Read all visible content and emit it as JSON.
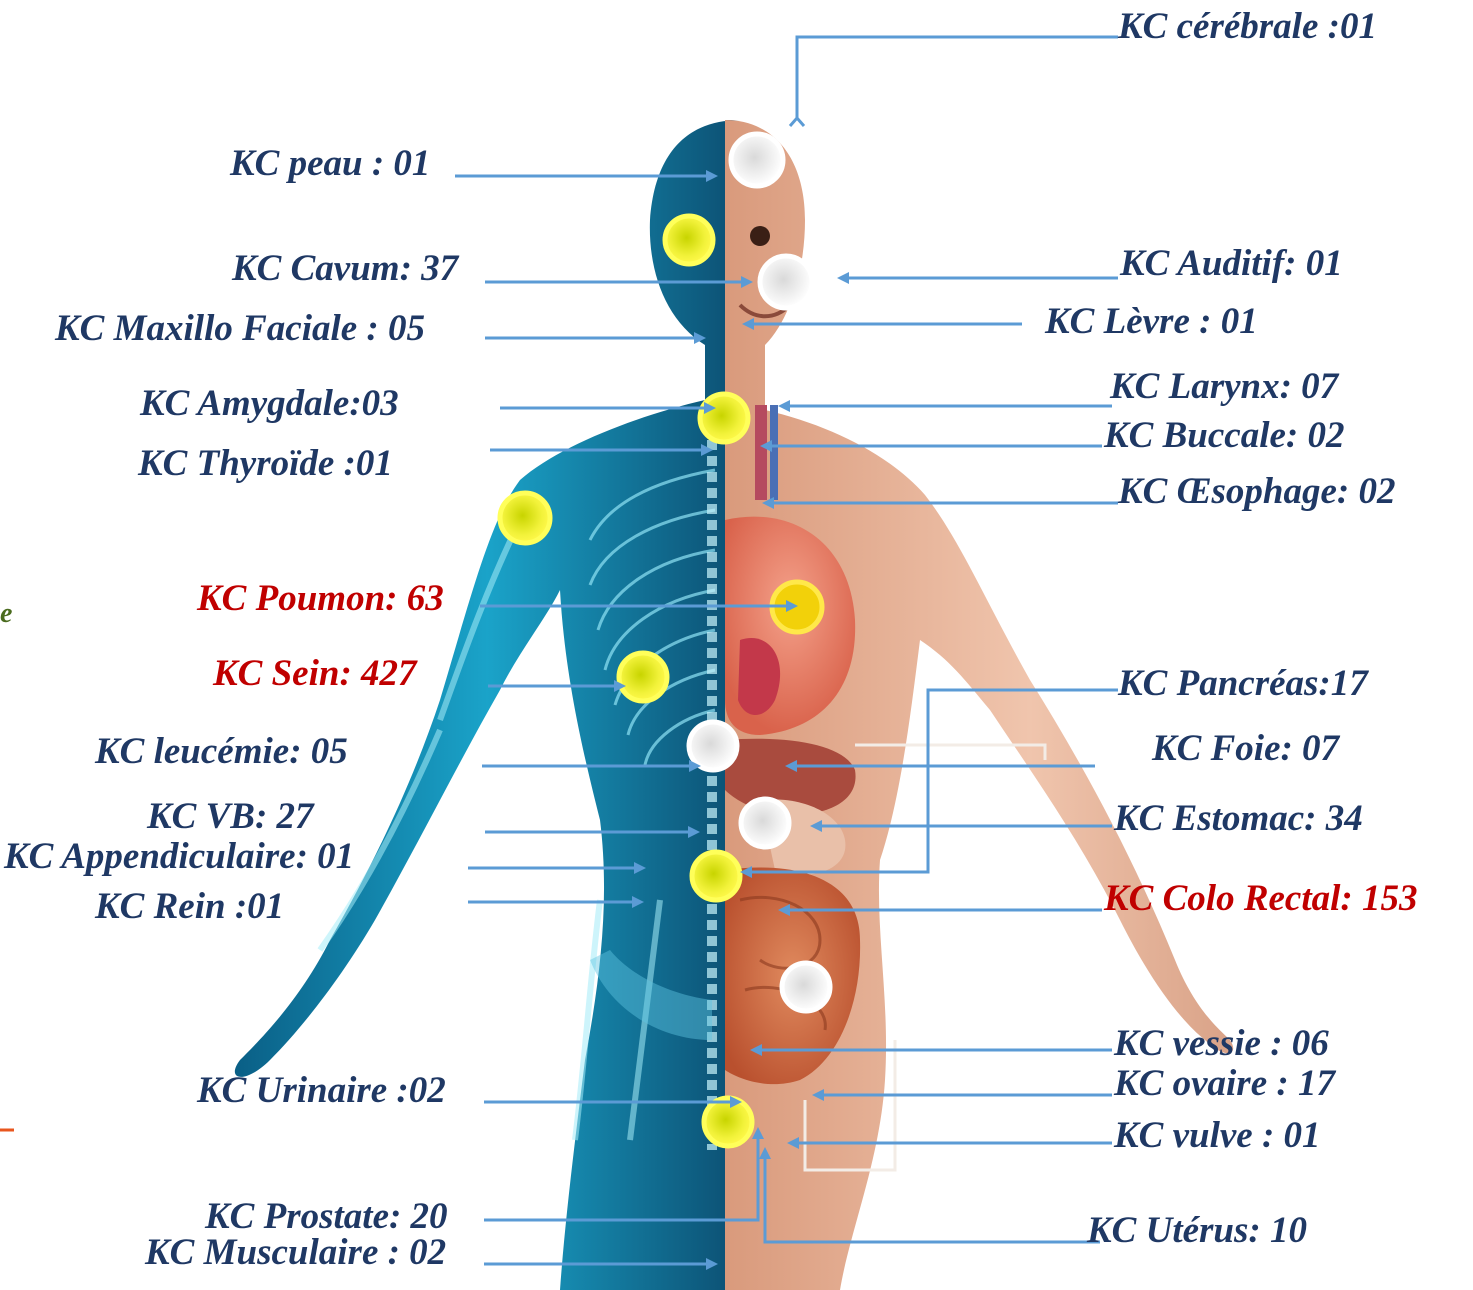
{
  "colors": {
    "label_text": "#1f3864",
    "label_highlight": "#c00000",
    "arrow": "#5b9bd5",
    "marker_yellow": "#e8e800",
    "marker_white": "#ececec",
    "body_xray": "#1a8fb5",
    "body_skin": "#e8b39a"
  },
  "figure": {
    "icon": "human-anatomy-figure-icon"
  },
  "labels": {
    "cerebrale": "KC cérébrale :01",
    "peau": "KC peau : 01",
    "cavum": "KC Cavum: 37",
    "auditif": "KC Auditif: 01",
    "maxillo": "KC Maxillo Faciale : 05",
    "levre": "KC Lèvre : 01",
    "amygdale": "KC Amygdale:03",
    "larynx": "KC Larynx: 07",
    "buccale": "KC Buccale: 02",
    "thyroide": "KC Thyroïde :01",
    "oesophage": "KC Œsophage: 02",
    "poumon": "KC Poumon: 63",
    "sein": "KC Sein: 427",
    "pancreas": "KC Pancréas:17",
    "leucemie": "KC leucémie: 05",
    "foie": "KC Foie: 07",
    "vb": "KC VB: 27",
    "estomac": "KC Estomac: 34",
    "appendiculaire": "KC Appendiculaire: 01",
    "rein": "KC Rein :01",
    "colo_rectal": "KC Colo Rectal: 153",
    "vessie": "KC vessie  : 06",
    "ovaire": "KC ovaire  : 17",
    "urinaire": "KC Urinaire :02",
    "vulve": "KC vulve   : 01",
    "prostate": "KC Prostate: 20",
    "uterus": "KC Utérus: 10",
    "musculaire": "KC Musculaire : 02"
  },
  "stray": {
    "left_fragment": "e"
  }
}
